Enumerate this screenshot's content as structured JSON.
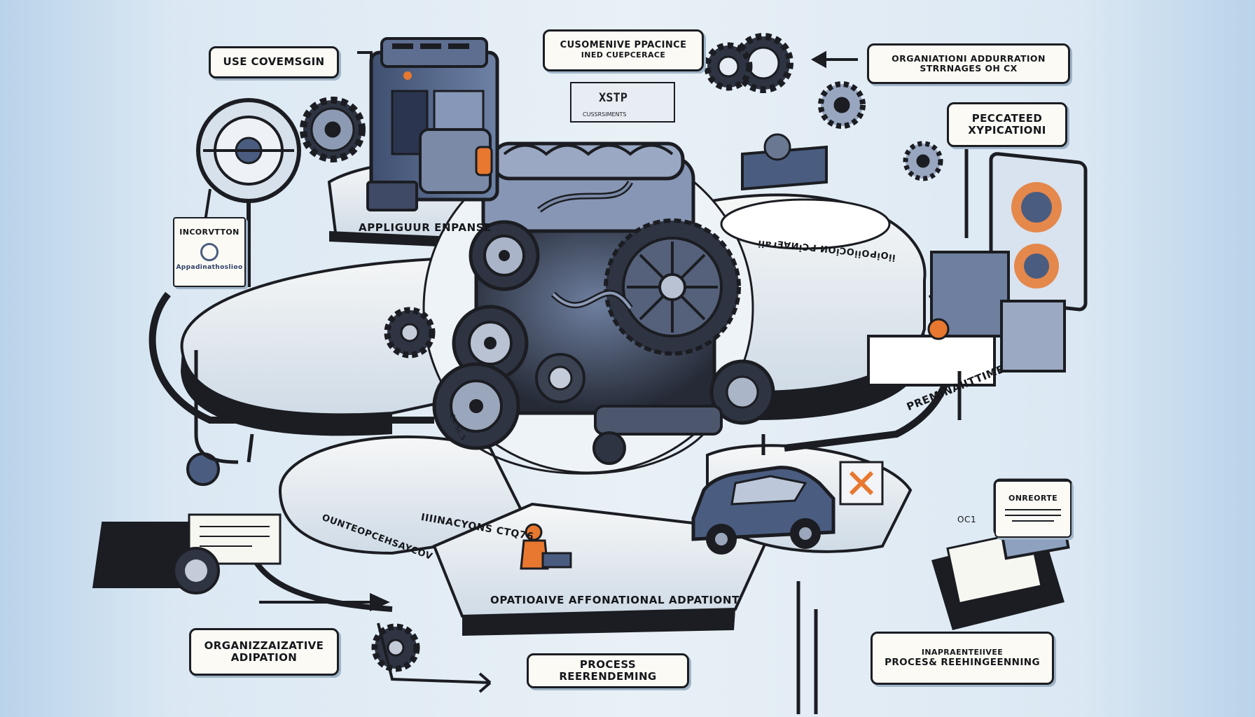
{
  "labels": {
    "use_conversion": "USE COVEMSGIN",
    "customer_practice_line1": "CUSOMENIVE PPACINCE",
    "customer_practice_line2": "INED CUEPCERACE",
    "organization_line1": "ORGANIATIONI ADDURRATION",
    "organization_line2": "STRRNAGES OH CX",
    "pecated_line1": "PECCATEED",
    "pecated_line2": "XYPICATIONI",
    "appliguur": "APPLIGUUR ENPANSE",
    "incorvtion": "INCORVTTON",
    "incorvtion_sub": "Appadinathoslioo",
    "xstp_title": "XSTP",
    "xstp_sub": "CUSSRSIMENTS",
    "production_curve": "ᴉᴉɐɹƎ∀ИᴉϽԀ ИOᴉϽOᴉᴉOԀᴉOᴉᴉ",
    "premium_curve": "PREMINAIITTIME",
    "operations_curve": "OUNTEOPCEHSAYCOV",
    "innovations": "IIIINACYONS CTQ76",
    "operative_adaptation": "OPATIOAIVE AFFONATIONAL ADPATIONT",
    "org_adaptation_line1": "ORGANIZZAIZATIVE",
    "org_adaptation_line2": "ADIPATION",
    "process_reengineering": "PROCESS REERENDEMING",
    "inapparentive_line1": "INAPRAENTEIIVEE",
    "inapparentive_line2": "PROCES& REEHINGEENNING",
    "onrecorte": "ONREORTE",
    "oc1": "OC1",
    "loop_mark": "CX-sc.5"
  },
  "colors": {
    "ink": "#1b1d22",
    "steel_blue": "#4a5d80",
    "accent_orange": "#e8782f",
    "paper": "#fbfaf4",
    "background": "#e9f0f6"
  },
  "icons": [
    "engine-icon",
    "gear-icon",
    "server-icon",
    "car-icon",
    "monitor-icon",
    "document-icon",
    "arrow-icon"
  ]
}
